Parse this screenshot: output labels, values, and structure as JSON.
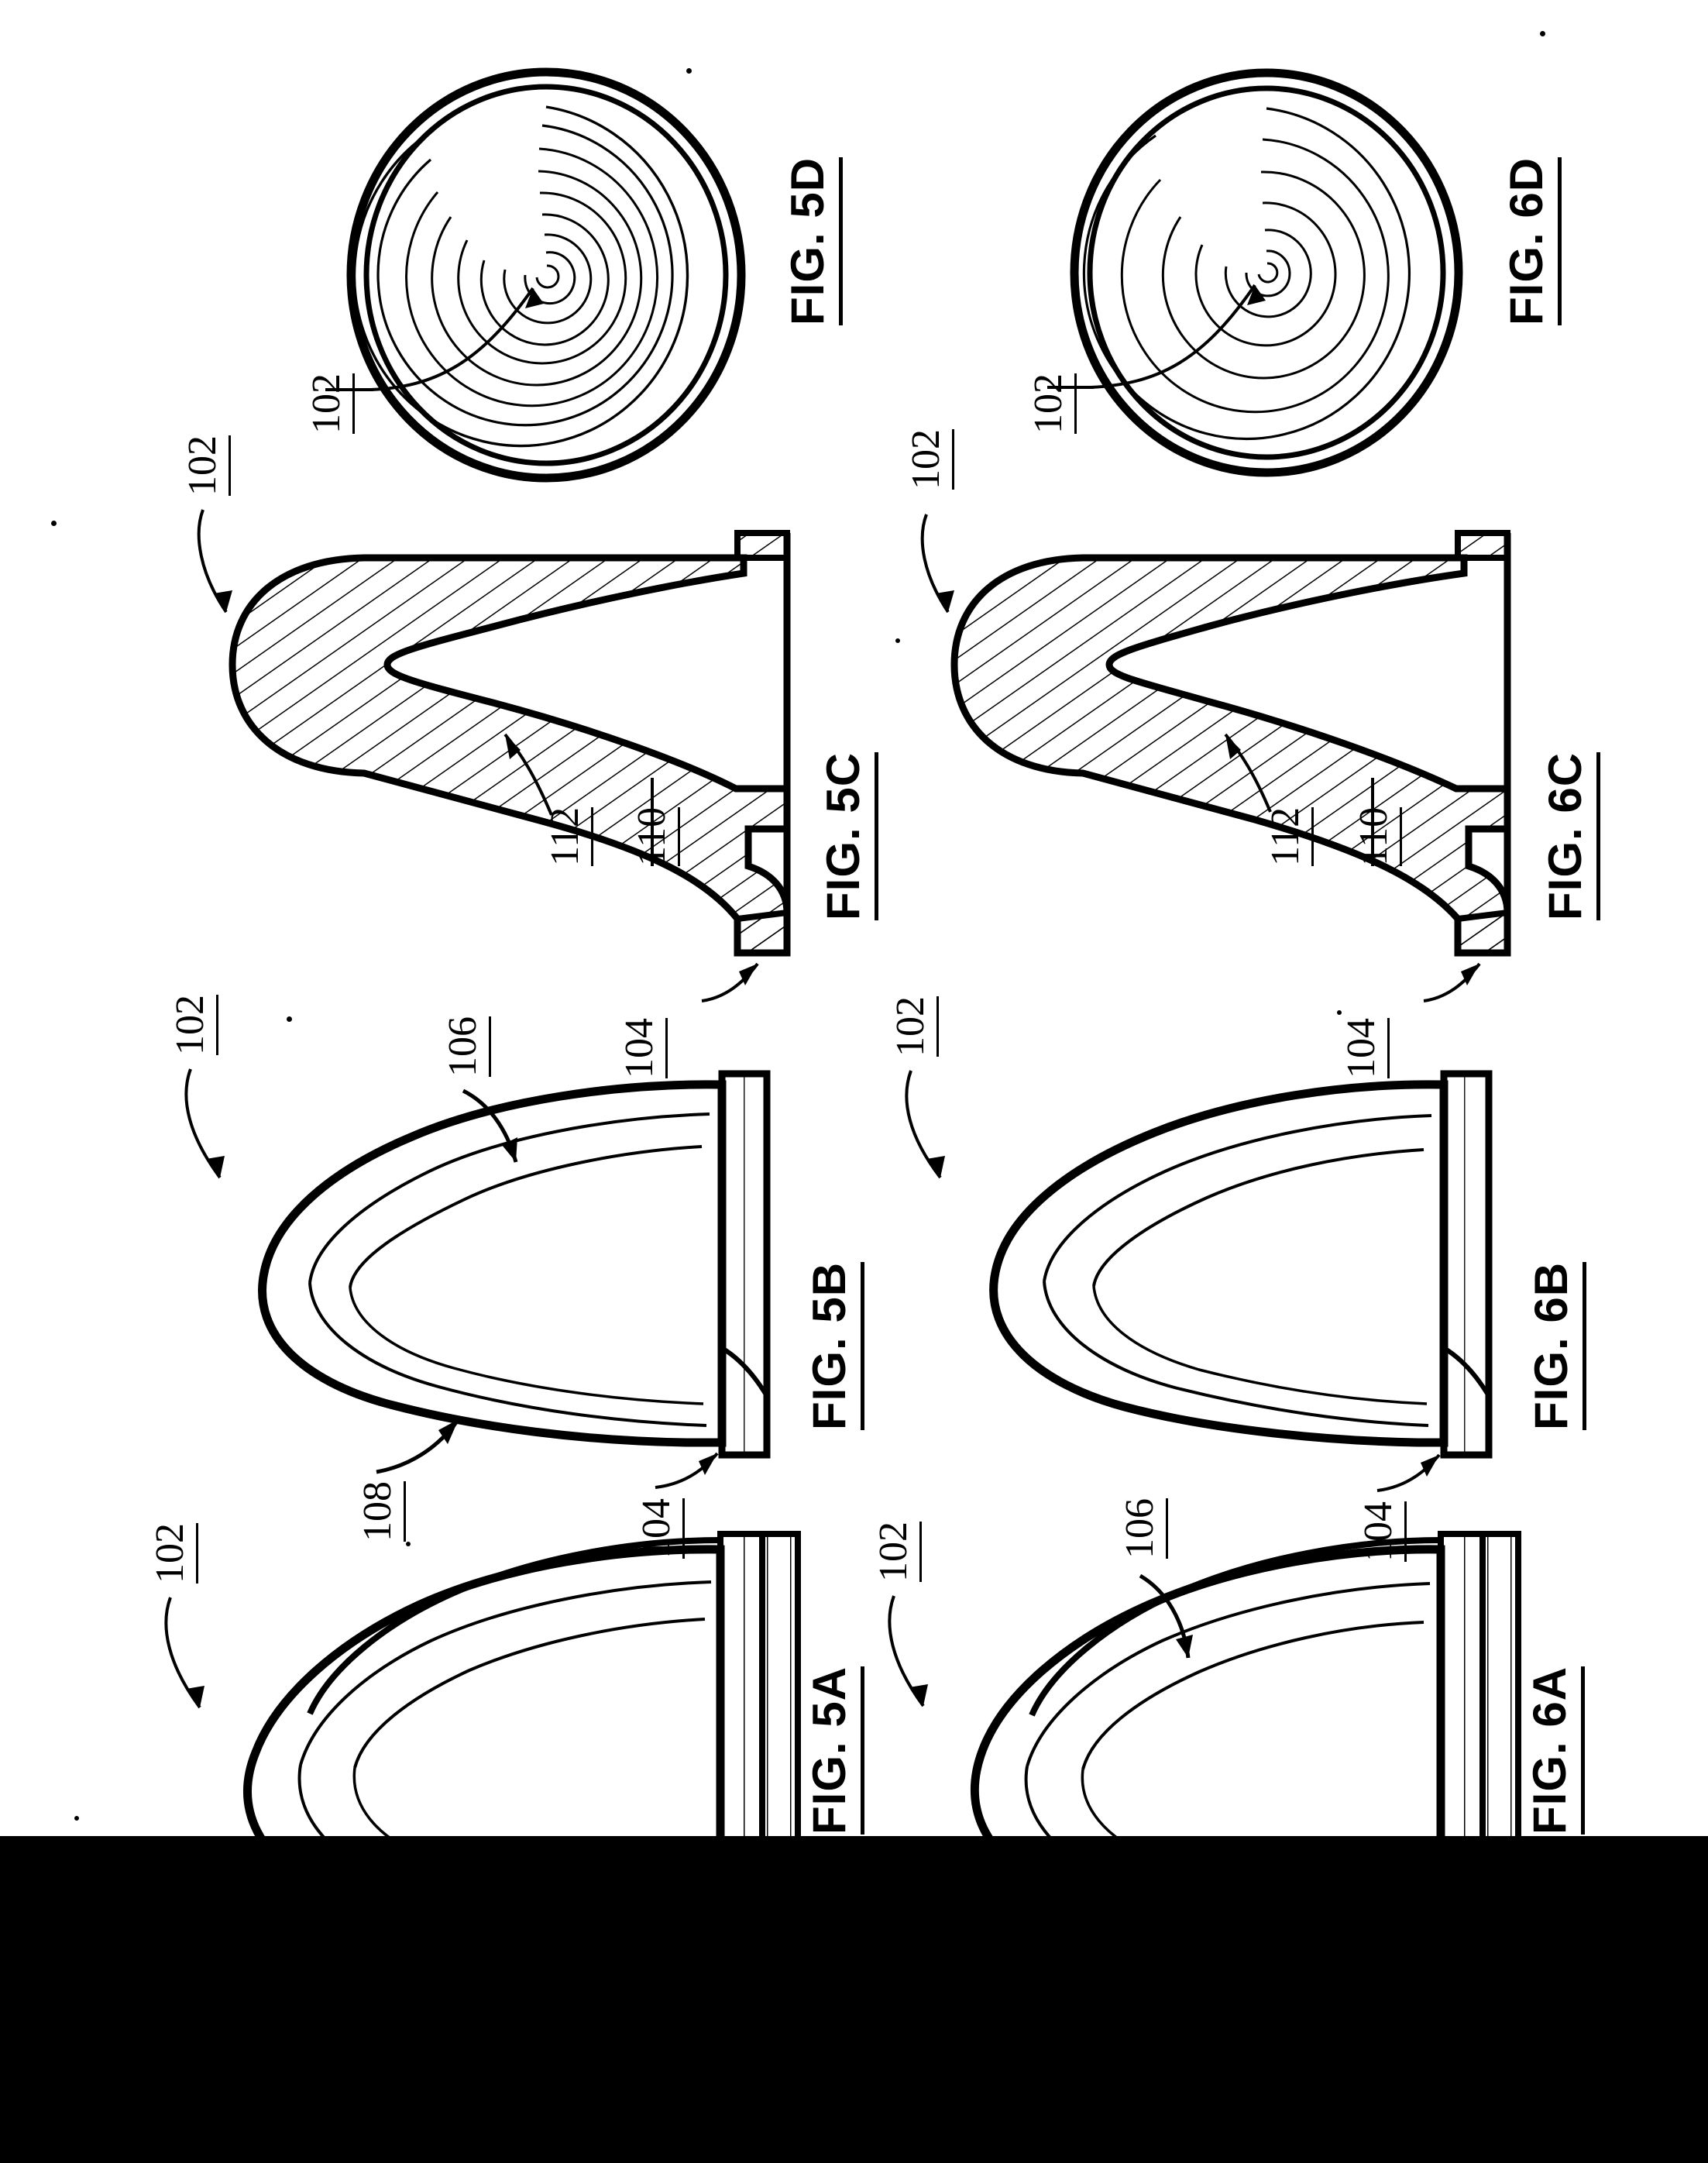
{
  "document": {
    "type": "patent-drawing-sheet",
    "orientation": "landscape-content-on-portrait-page",
    "background_color": "#ffffff",
    "ink_color": "#000000",
    "bottom_bar_color": "#000000"
  },
  "figures": [
    {
      "id": "fig-5d",
      "caption": "FIG. 5D",
      "view": "end / plan view - concentric rings",
      "callouts": [
        {
          "label": "102",
          "target": "center of concentric rings"
        }
      ]
    },
    {
      "id": "fig-6d",
      "caption": "FIG. 6D",
      "view": "end / plan view - concentric rings",
      "callouts": [
        {
          "label": "102",
          "target": "center of concentric rings"
        }
      ]
    },
    {
      "id": "fig-5c",
      "caption": "FIG. 5C",
      "view": "cross-section with hatching",
      "callouts": [
        {
          "label": "102",
          "target": "nose / outer shell"
        },
        {
          "label": "112",
          "target": "inner wall surface"
        },
        {
          "label": "110",
          "target": "interior cavity"
        },
        {
          "label": "104",
          "target": "base rim"
        }
      ]
    },
    {
      "id": "fig-6c",
      "caption": "FIG. 6C",
      "view": "cross-section with hatching",
      "callouts": [
        {
          "label": "102",
          "target": "nose / outer shell"
        },
        {
          "label": "112",
          "target": "inner wall surface"
        },
        {
          "label": "110",
          "target": "interior cavity"
        },
        {
          "label": "104",
          "target": "base rim"
        }
      ]
    },
    {
      "id": "fig-5b",
      "caption": "FIG. 5B",
      "view": "side elevation",
      "callouts": [
        {
          "label": "102",
          "target": "nose"
        },
        {
          "label": "106",
          "target": "upper surface"
        },
        {
          "label": "108",
          "target": "lower flank"
        },
        {
          "label": "104",
          "target": "base"
        }
      ]
    },
    {
      "id": "fig-6b",
      "caption": "FIG. 6B",
      "view": "side elevation",
      "callouts": [
        {
          "label": "102",
          "target": "nose"
        },
        {
          "label": "104",
          "target": "base"
        }
      ]
    },
    {
      "id": "fig-5a",
      "caption": "FIG. 5A",
      "view": "perspective view",
      "callouts": [
        {
          "label": "102",
          "target": "nose"
        }
      ]
    },
    {
      "id": "fig-6a",
      "caption": "FIG. 6A",
      "view": "perspective view",
      "callouts": [
        {
          "label": "102",
          "target": "nose"
        },
        {
          "label": "106",
          "target": "upper surface"
        }
      ]
    }
  ],
  "labels": {
    "fig5d_caption": "FIG. 5D",
    "fig6d_caption": "FIG. 6D",
    "fig5c_caption": "FIG. 5C",
    "fig6c_caption": "FIG. 6C",
    "fig5b_caption": "FIG. 5B",
    "fig6b_caption": "FIG. 6B",
    "fig5a_caption": "FIG. 5A",
    "fig6a_caption": "FIG. 6A",
    "n5d_102": "102",
    "n6d_102": "102",
    "n5c_102": "102",
    "n5c_112": "112",
    "n5c_110": "110",
    "n5c_104": "104",
    "n6c_102": "102",
    "n6c_112": "112",
    "n6c_110": "110",
    "n6c_104": "104",
    "n5b_102": "102",
    "n5b_106": "106",
    "n5b_108": "108",
    "n5b_104": "104",
    "n6b_102": "102",
    "n6b_104": "104",
    "n5a_102": "102",
    "n6a_102": "102",
    "n6a_106": "106"
  }
}
